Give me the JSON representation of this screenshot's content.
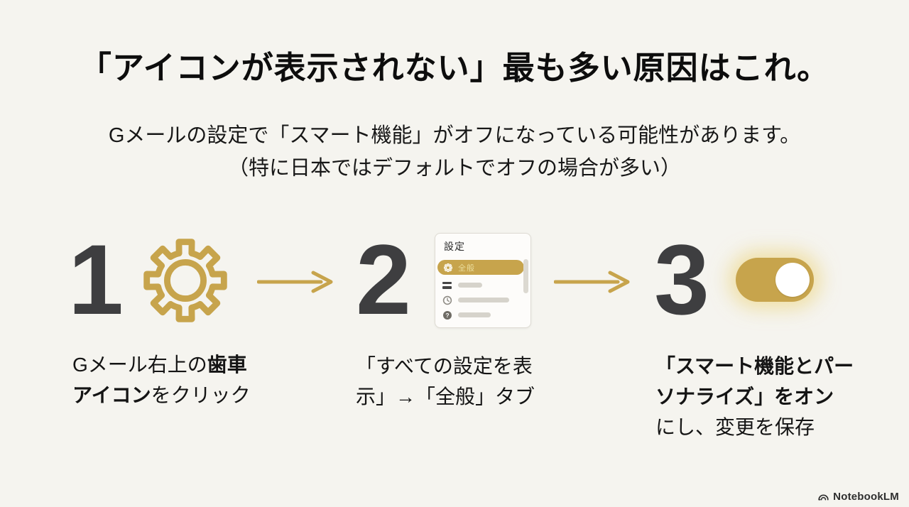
{
  "page": {
    "background": "#F5F4EF",
    "accent_gold": "#C7A44C",
    "number_color": "#3E3E40",
    "text_color": "#141414"
  },
  "title": "「アイコンが表示されない」最も多い原因はこれ。",
  "subtitle": {
    "line1": "Gメールの設定で「スマート機能」がオフになっている可能性があります。",
    "line2": "（特に日本ではデフォルトでオフの場合が多い）"
  },
  "steps": [
    {
      "number": "1",
      "icon": "gear-icon",
      "caption_lines": [
        [
          {
            "text": "Gメール右上の",
            "bold": false
          },
          {
            "text": "歯車",
            "bold": true
          }
        ],
        [
          {
            "text": "アイコン",
            "bold": true
          },
          {
            "text": "をクリック",
            "bold": false
          }
        ]
      ]
    },
    {
      "number": "2",
      "icon": "settings-panel",
      "caption_lines": [
        [
          {
            "text": "「すべての設定を表",
            "bold": false
          }
        ],
        [
          {
            "text": "示」→「全般」タブ",
            "bold": false
          }
        ]
      ]
    },
    {
      "number": "3",
      "icon": "toggle-on",
      "caption_lines": [
        [
          {
            "text": "「スマート機能とパー",
            "bold": true
          }
        ],
        [
          {
            "text": "ソナライズ」をオン",
            "bold": true
          }
        ],
        [
          {
            "text": "にし、変更を保存",
            "bold": false
          }
        ]
      ]
    }
  ],
  "settings_panel": {
    "header": "設定",
    "active_item": "全般"
  },
  "footer": {
    "brand": "NotebookLM"
  }
}
